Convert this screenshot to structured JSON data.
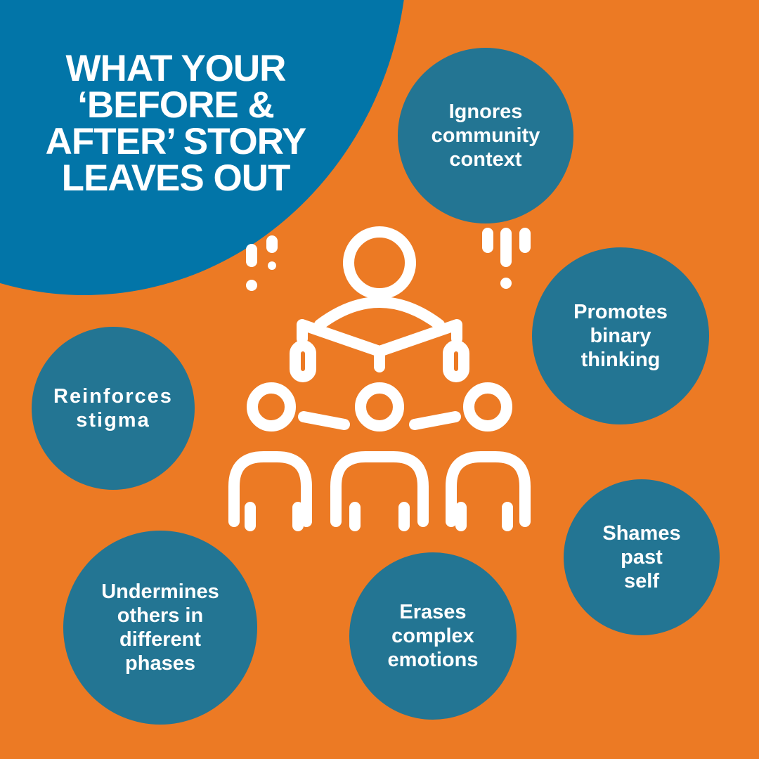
{
  "title": "WHAT YOUR ‘BEFORE & AFTER’ STORY LEAVES OUT",
  "colors": {
    "background": "#EC7A24",
    "title_blob": "#0275A8",
    "bubble": "#237593",
    "text": "#FFFFFF"
  },
  "illustration_icon": "group-reading-book-icon",
  "bubbles": [
    {
      "label": "Ignores\ncommunity\ncontext"
    },
    {
      "label": "Promotes\nbinary\nthinking"
    },
    {
      "label": "Reinforces\nstigma"
    },
    {
      "label": "Shames\npast\nself"
    },
    {
      "label": "Undermines\nothers in\ndifferent\nphases"
    },
    {
      "label": "Erases\ncomplex\nemotions"
    }
  ]
}
